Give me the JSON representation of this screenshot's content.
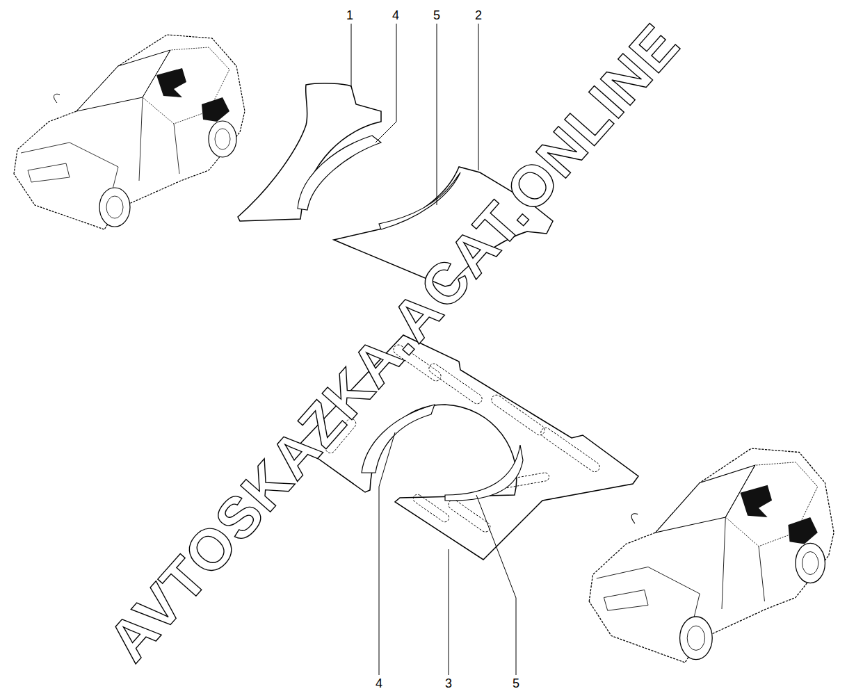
{
  "diagram": {
    "labels": [
      "1",
      "4",
      "5",
      "2",
      "4",
      "3",
      "5",
      "AVTOSKAZKA.ACAT.ONLINE"
    ]
  }
}
